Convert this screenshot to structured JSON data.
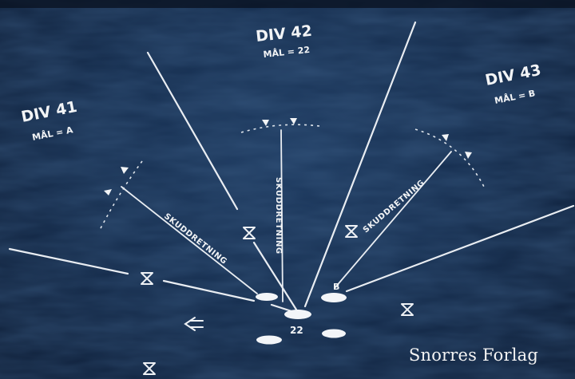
{
  "divisions": [
    {
      "name": "DIV 41",
      "target": "MÅL = A"
    },
    {
      "name": "DIV 42",
      "target": "MÅL = 22"
    },
    {
      "name": "DIV 43",
      "target": "MÅL = B"
    }
  ],
  "line_labels": [
    "SKUDDRETNING",
    "SKUDDRETNING",
    "SKUDDRETNING"
  ],
  "ship_labels": {
    "flagship": "22",
    "right": "B"
  },
  "publisher": "Snorres Forlag",
  "colors": {
    "sea": "#142c4d",
    "chalk": "#f2f4f6"
  }
}
